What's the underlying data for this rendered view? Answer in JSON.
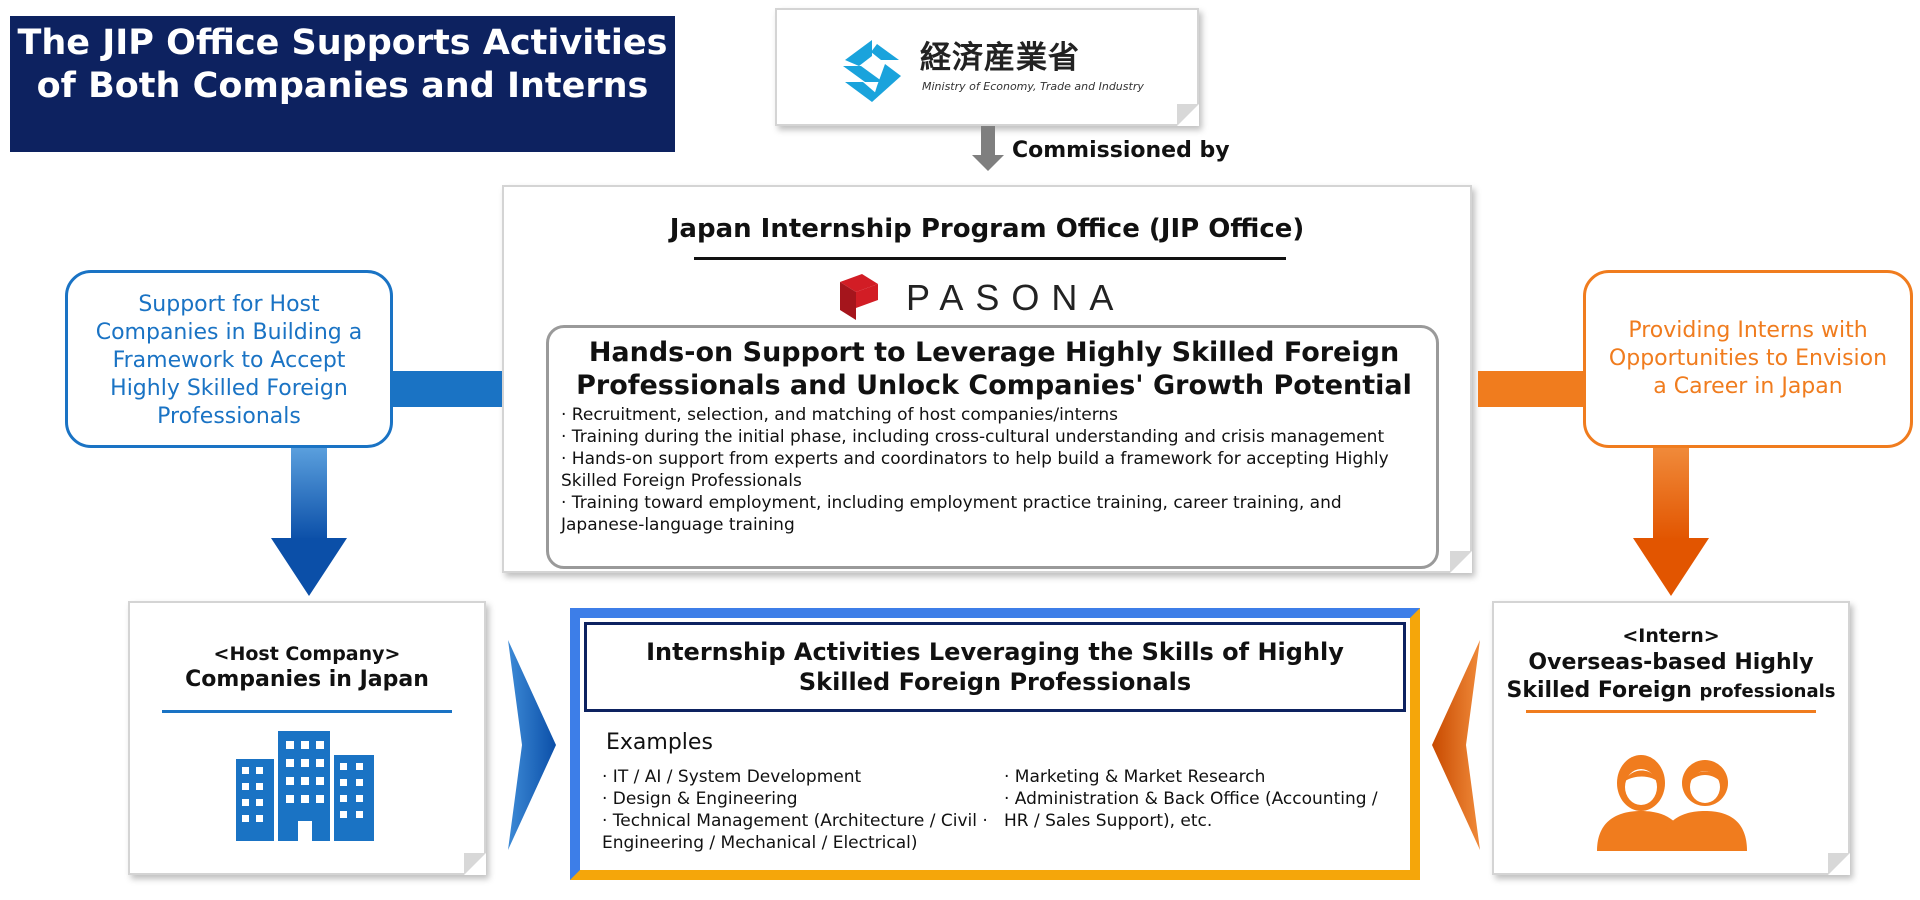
{
  "title_banner": {
    "text": "The JIP Office Supports Activities of Both Companies and Interns",
    "bg_color": "#0d2260"
  },
  "ministry": {
    "name_jp": "経済産業省",
    "name_en": "Ministry of Economy, Trade and Industry",
    "logo_icon": "meti-logo-icon",
    "logo_color": "#1aa3dc"
  },
  "commissioned_label": "Commissioned by",
  "jip_office": {
    "title": "Japan Internship Program Office (JIP Office)",
    "company_logo_text": "PASONA",
    "logo_color": "#d21d25",
    "support_heading": "Hands-on Support to Leverage Highly Skilled Foreign Professionals and Unlock Companies' Growth Potential",
    "bullets": [
      "· Recruitment, selection, and matching of host companies/interns",
      "· Training during the initial phase, including cross-cultural understanding and crisis management",
      "· Hands-on support from experts and coordinators to help build a framework for accepting Highly Skilled Foreign Professionals",
      "· Training toward employment, including employment practice training, career training, and Japanese-language training"
    ]
  },
  "left_support": {
    "text": "Support for Host Companies in Building a Framework to Accept Highly Skilled Foreign Professionals",
    "color": "#1a73c4"
  },
  "right_support": {
    "text": "Providing Interns with Opportunities to Envision a Career in Japan",
    "color": "#f07c1e"
  },
  "host_company": {
    "tag": "<Host Company>",
    "title": "Companies in Japan",
    "icon": "office-buildings-icon",
    "accent_color": "#1a73c4"
  },
  "intern": {
    "tag": "<Intern>",
    "title_main": "Overseas-based Highly Skilled Foreign",
    "title_suffix": "professionals",
    "icon": "people-icon",
    "accent_color": "#f07c1e"
  },
  "activities": {
    "title": "Internship Activities Leveraging the Skills of Highly Skilled Foreign Professionals",
    "examples_label": "Examples",
    "left_items": [
      "· IT / AI / System Development",
      "· Design & Engineering",
      "· Technical Management (Architecture / Civil · Engineering / Mechanical / Electrical)"
    ],
    "right_items": [
      "· Marketing & Market Research",
      "· Administration & Back Office (Accounting / HR / Sales Support), etc."
    ]
  }
}
